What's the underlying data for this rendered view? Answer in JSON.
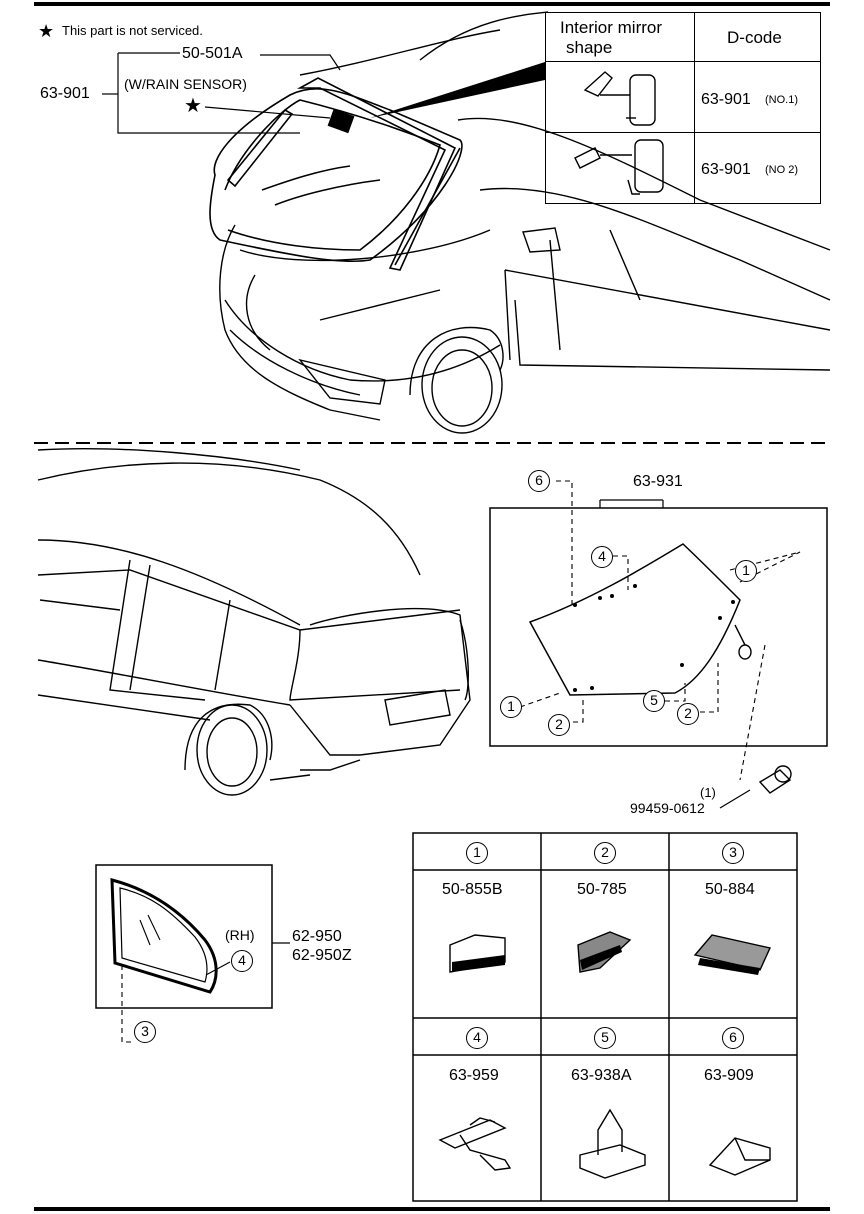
{
  "note": {
    "star": "★",
    "text": "This part is not serviced."
  },
  "windshield": {
    "molding_code": "50-501A",
    "glass_code": "63-901",
    "rain_sensor": "(W/RAIN SENSOR)",
    "star": "★"
  },
  "mirror_table": {
    "header_shape": "Interior mirror\nshape",
    "header_shape_l1": "Interior mirror",
    "header_shape_l2": "shape",
    "header_dcode": "D-code",
    "rows": [
      {
        "code": "63-901",
        "suffix": "(NO.1)"
      },
      {
        "code": "63-901",
        "suffix": "(NO 2)"
      }
    ]
  },
  "rear": {
    "glass_code": "63-931",
    "callouts": [
      "6",
      "4",
      "1",
      "1",
      "2",
      "5",
      "2"
    ],
    "bolt_qty": "(1)",
    "bolt_code": "99459-0612"
  },
  "quarter": {
    "side": "(RH)",
    "code1": "62-950",
    "code2": "62-950Z",
    "callout_4": "4",
    "callout_3": "3"
  },
  "parts_grid": [
    {
      "num": "1",
      "code": "50-855B"
    },
    {
      "num": "2",
      "code": "50-785"
    },
    {
      "num": "3",
      "code": "50-884"
    },
    {
      "num": "4",
      "code": "63-959"
    },
    {
      "num": "5",
      "code": "63-938A"
    },
    {
      "num": "6",
      "code": "63-909"
    }
  ]
}
